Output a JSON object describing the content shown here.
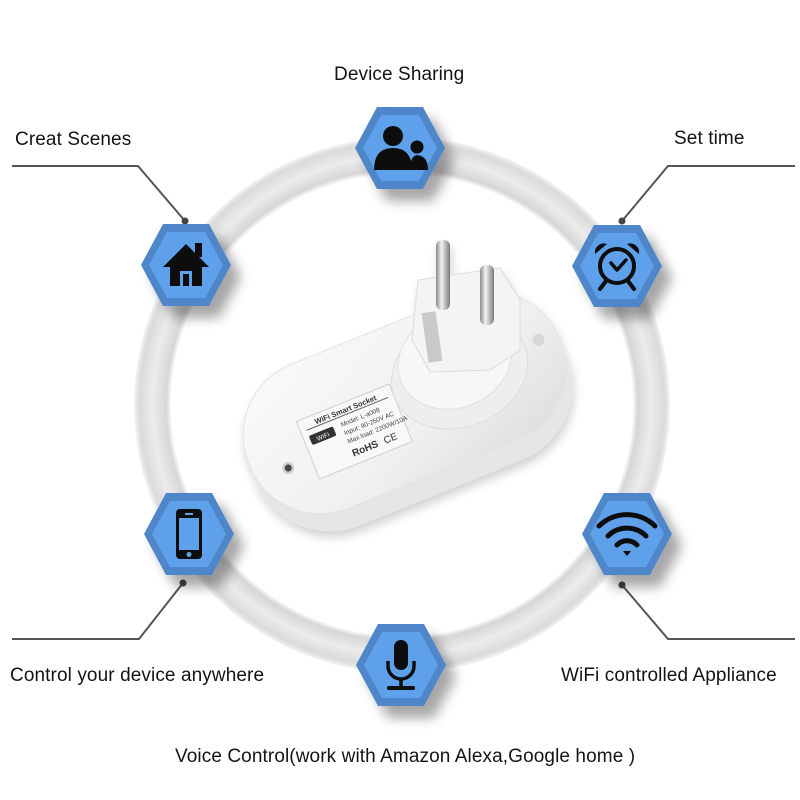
{
  "colors": {
    "hex_outer": "#4f86c9",
    "hex_inner": "#5fa0ea",
    "icon": "#0a0a0a",
    "ring": "#e4e4e4",
    "line": "#555555"
  },
  "features": [
    {
      "id": "device-sharing",
      "label": "Device Sharing",
      "icon": "users-icon"
    },
    {
      "id": "creat-scenes",
      "label": "Creat Scenes",
      "icon": "home-icon"
    },
    {
      "id": "set-time",
      "label": "Set time",
      "icon": "alarm-clock-icon"
    },
    {
      "id": "control-anywhere",
      "label": "Control your device anywhere",
      "icon": "smartphone-icon"
    },
    {
      "id": "wifi-controlled",
      "label": "WiFi controlled Appliance",
      "icon": "wifi-icon"
    },
    {
      "id": "voice-control",
      "label": "Voice Control(work with Amazon Alexa,Google home )",
      "icon": "microphone-icon"
    }
  ],
  "device": {
    "name": "WiFi Smart Socket",
    "label_lines": [
      "WiFi Smart Socket",
      "Model: L-a008",
      "Input: 90-250V AC",
      "Max load: 2200W/10A"
    ],
    "certifications": [
      "RoHS",
      "CE"
    ],
    "wifi_badge": "WiFi"
  }
}
